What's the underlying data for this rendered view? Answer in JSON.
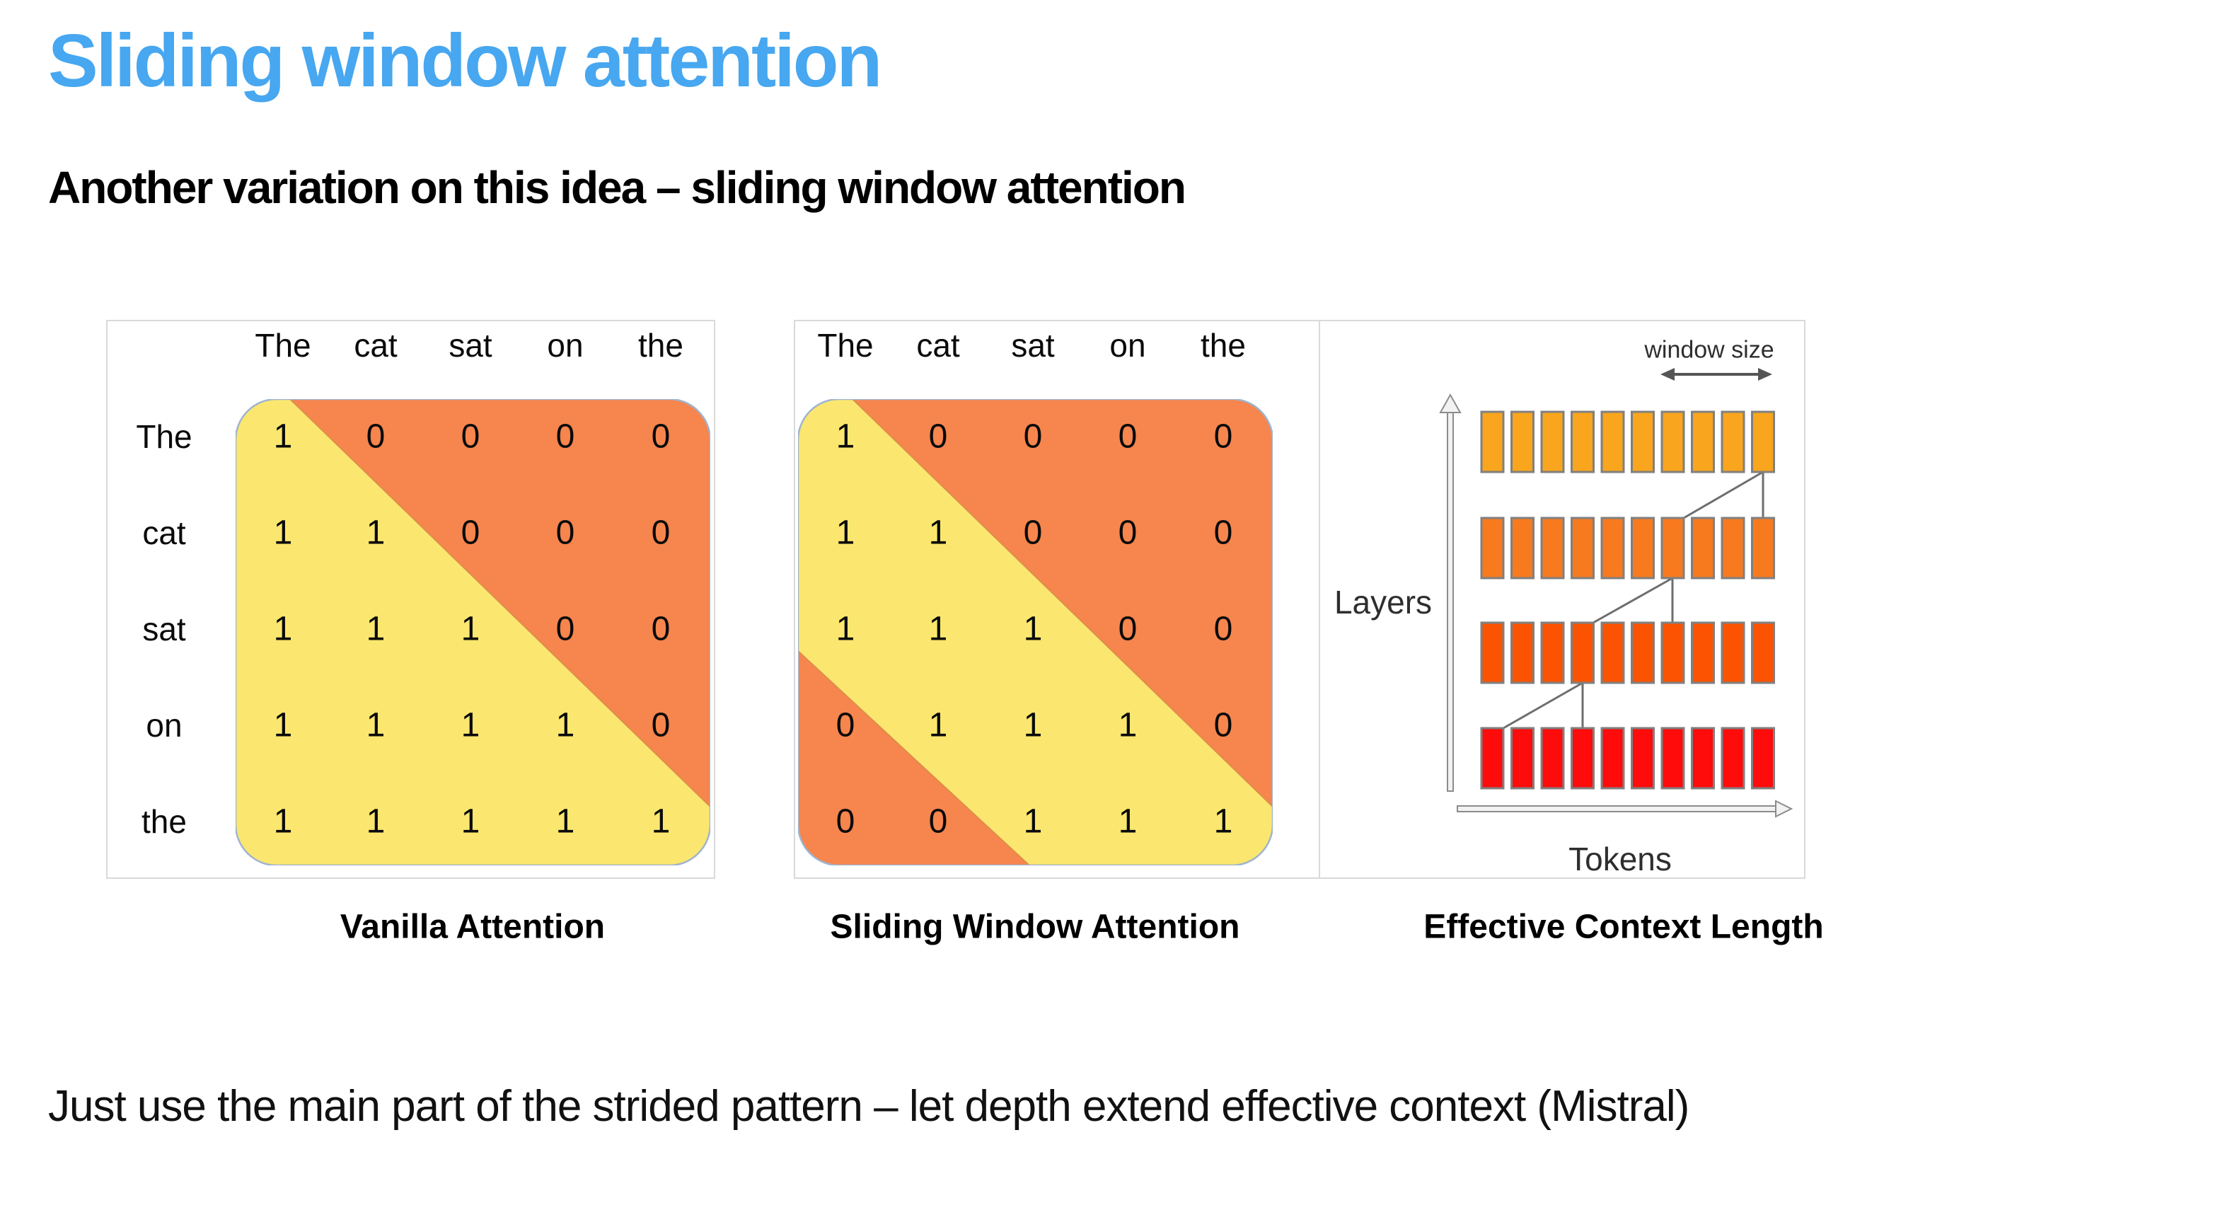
{
  "slide": {
    "title": "Sliding window attention",
    "subtitle": "Another variation on this idea – sliding window attention",
    "footer": "Just use the main part of the strided pattern – let depth extend effective context (Mistral)"
  },
  "colors": {
    "title_blue": "#47A7F0",
    "matrix_yellow": "#FBE76F",
    "matrix_orange": "#F6854E",
    "matrix_border": "#9FB4CE",
    "diagonal_edge": "#DE8E4A",
    "bar_rows": [
      "#F9A51D",
      "#F87A1E",
      "#FB5301",
      "#FE0B0B"
    ],
    "bar_border": "#808080",
    "connector_gray": "#6E6E6E"
  },
  "tokens": [
    "The",
    "cat",
    "sat",
    "on",
    "the"
  ],
  "panels": [
    {
      "caption": "Vanilla Attention",
      "matrix": [
        [
          1,
          0,
          0,
          0,
          0
        ],
        [
          1,
          1,
          0,
          0,
          0
        ],
        [
          1,
          1,
          1,
          0,
          0
        ],
        [
          1,
          1,
          1,
          1,
          0
        ],
        [
          1,
          1,
          1,
          1,
          1
        ]
      ]
    },
    {
      "caption": "Sliding Window Attention",
      "matrix": [
        [
          1,
          0,
          0,
          0,
          0
        ],
        [
          1,
          1,
          0,
          0,
          0
        ],
        [
          1,
          1,
          1,
          0,
          0
        ],
        [
          0,
          1,
          1,
          1,
          0
        ],
        [
          0,
          0,
          1,
          1,
          1
        ]
      ]
    },
    {
      "caption": "Effective Context Length",
      "labels": {
        "window_size": "window size",
        "layers": "Layers",
        "tokens": "Tokens"
      },
      "layer_rows": 4,
      "tokens_per_row": 10
    }
  ]
}
